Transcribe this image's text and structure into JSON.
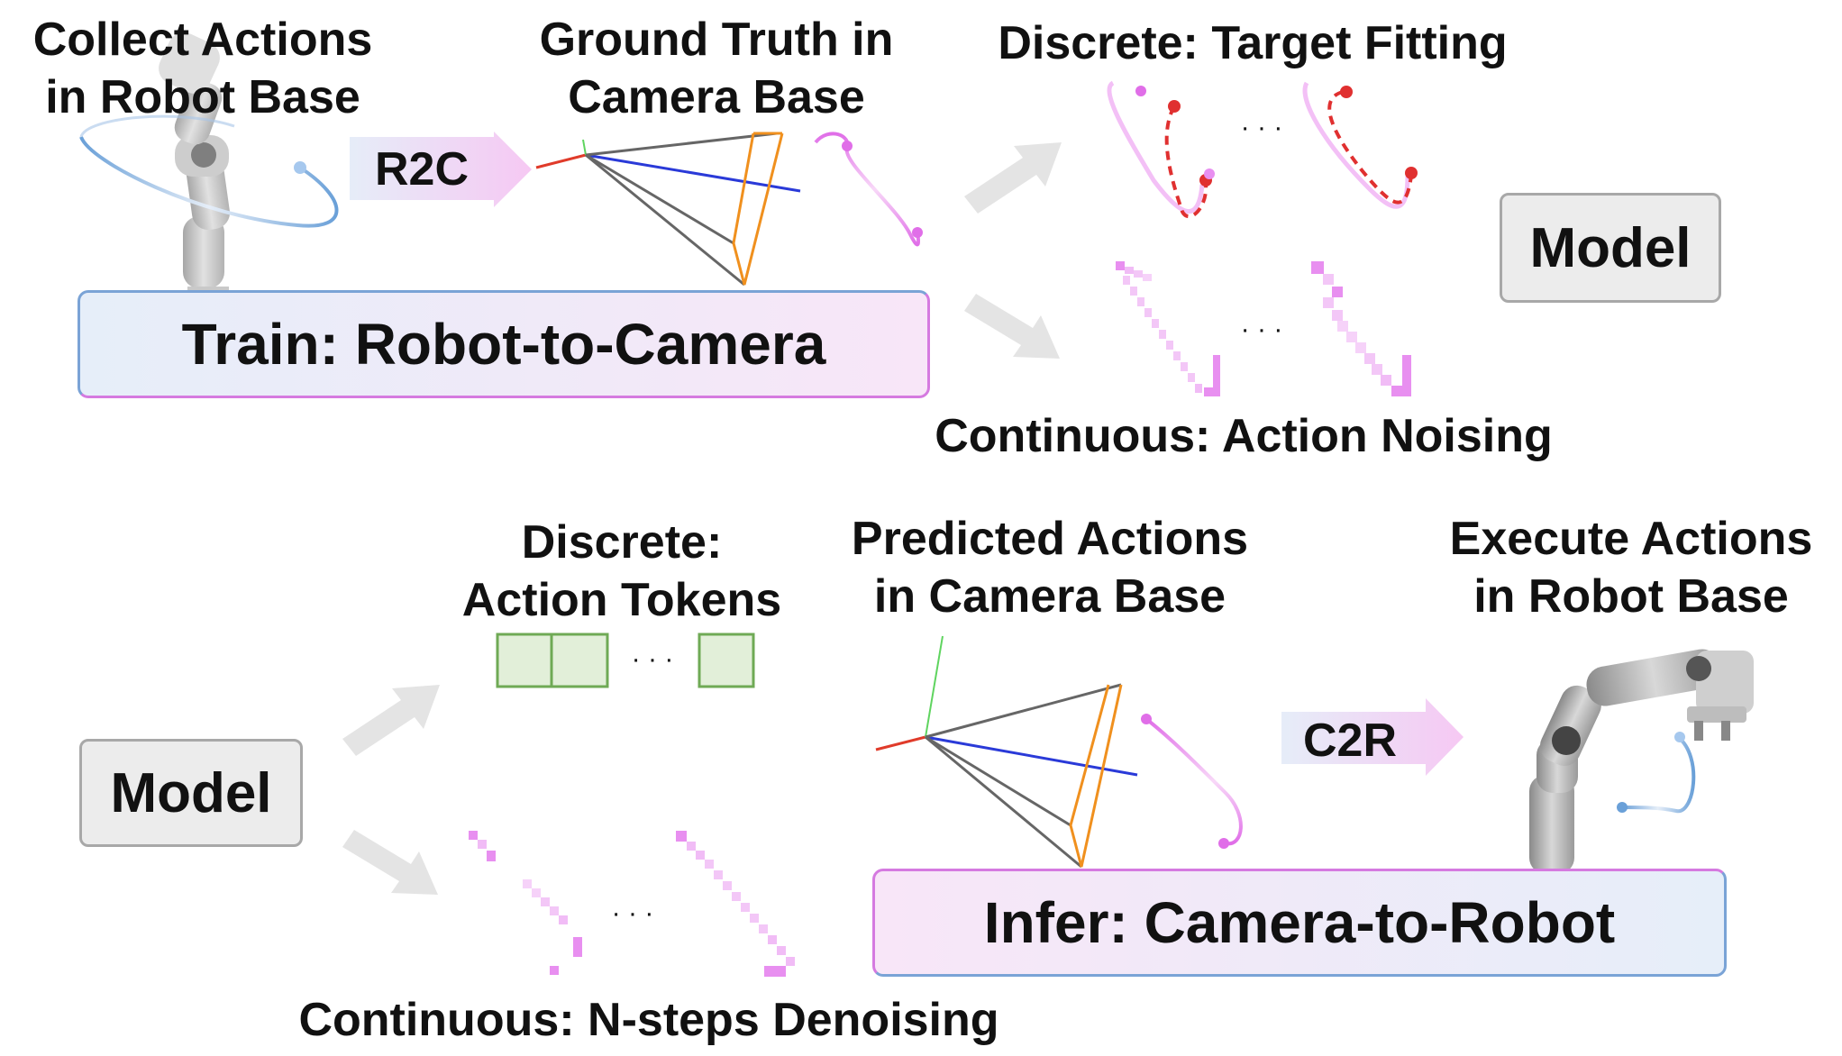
{
  "top": {
    "collect_line1": "Collect Actions",
    "collect_line2": "in Robot Base",
    "gt_line1": "Ground Truth in",
    "gt_line2": "Camera Base",
    "discrete_target": "Discrete: Target Fitting",
    "continuous_noising": "Continuous: Action Noising",
    "r2c": "R2C",
    "train_banner": "Train: Robot-to-Camera",
    "model": "Model",
    "ellipsis_1": "· · ·",
    "ellipsis_2": "· · ·"
  },
  "bottom": {
    "discrete_line1": "Discrete:",
    "discrete_line2": "Action Tokens",
    "predicted_line1": "Predicted Actions",
    "predicted_line2": "in Camera Base",
    "execute_line1": "Execute Actions",
    "execute_line2": "in Robot Base",
    "continuous_denoising": "Continuous: N-steps Denoising",
    "c2r": "C2R",
    "infer_banner": "Infer: Camera-to-Robot",
    "model": "Model",
    "ellipsis_tokens": "· · ·",
    "ellipsis_denoise": "· · ·"
  },
  "colors": {
    "trajectory_pink": "#e06ee8",
    "trajectory_blue": "#6aa0d8",
    "target_red": "#e03030",
    "token_green": "#6faa55",
    "token_fill": "#e2efd9",
    "axis_red": "#e03b2a",
    "axis_green": "#5fd45f",
    "axis_blue": "#2a3ad8",
    "frustum_gray": "#666666",
    "frustum_orange": "#f0901e",
    "arrow_gray": "#e4e4e4"
  }
}
